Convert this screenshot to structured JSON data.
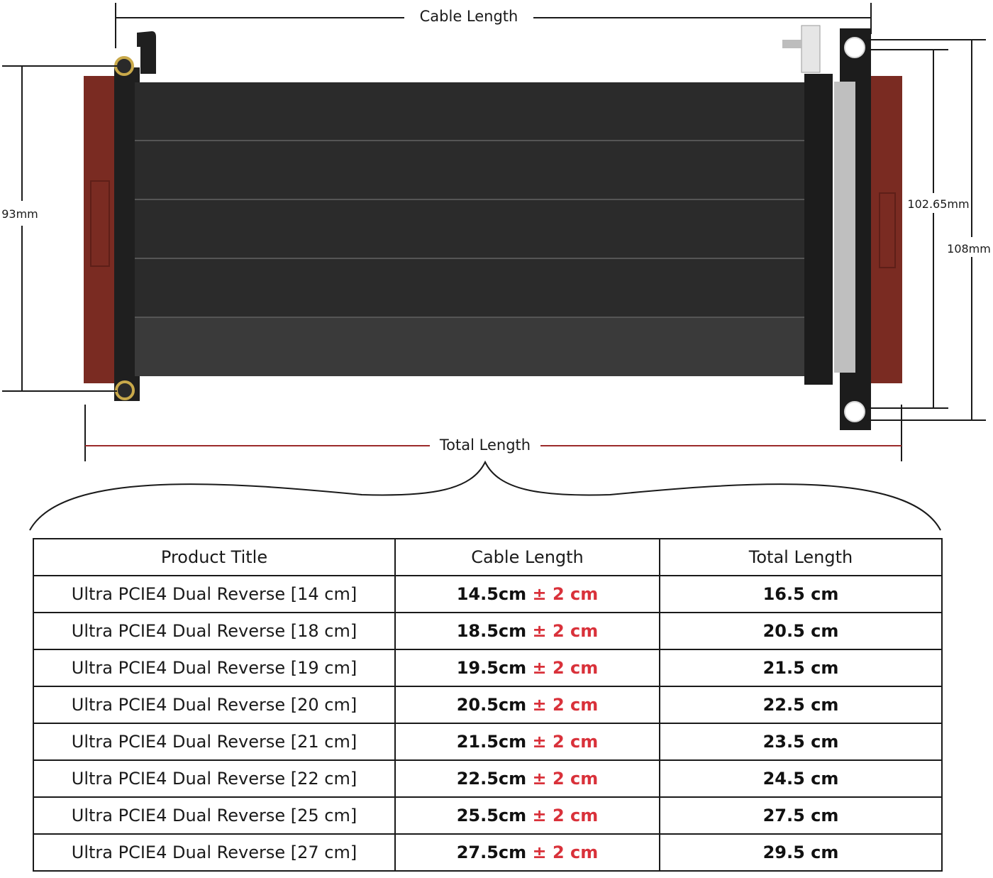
{
  "diagram": {
    "cable_length_label": "Cable Length",
    "total_length_label": "Total Length",
    "dim_left": "93mm",
    "dim_right_inner": "102.65mm",
    "dim_right_outer": "108mm",
    "colors": {
      "ribbon": "#2b2b2b",
      "ribbon_stripe": "#3a3a3a",
      "pcb_black": "#1c1c1c",
      "pcb_red": "#7a2b22",
      "screw_gold": "#c9a94a",
      "total_line": "#9b2a2a",
      "dim_line": "#1a1a1a"
    }
  },
  "table": {
    "headers": {
      "title": "Product Title",
      "cable": "Cable Length",
      "total": "Total Length"
    },
    "tolerance": "± 2 cm",
    "rows": [
      {
        "title": "Ultra PCIE4  Dual Reverse [14 cm]",
        "cable": "14.5cm",
        "total": "16.5 cm"
      },
      {
        "title": "Ultra PCIE4  Dual Reverse [18 cm]",
        "cable": "18.5cm",
        "total": "20.5 cm"
      },
      {
        "title": "Ultra PCIE4  Dual Reverse [19 cm]",
        "cable": "19.5cm",
        "total": "21.5 cm"
      },
      {
        "title": "Ultra PCIE4  Dual Reverse [20 cm]",
        "cable": "20.5cm",
        "total": "22.5 cm"
      },
      {
        "title": "Ultra PCIE4  Dual Reverse [21 cm]",
        "cable": "21.5cm",
        "total": "23.5 cm"
      },
      {
        "title": "Ultra PCIE4  Dual Reverse [22 cm]",
        "cable": "22.5cm",
        "total": "24.5 cm"
      },
      {
        "title": "Ultra PCIE4  Dual Reverse [25 cm]",
        "cable": "25.5cm",
        "total": "27.5 cm"
      },
      {
        "title": "Ultra PCIE4  Dual Reverse [27 cm]",
        "cable": "27.5cm",
        "total": "29.5 cm"
      }
    ]
  }
}
